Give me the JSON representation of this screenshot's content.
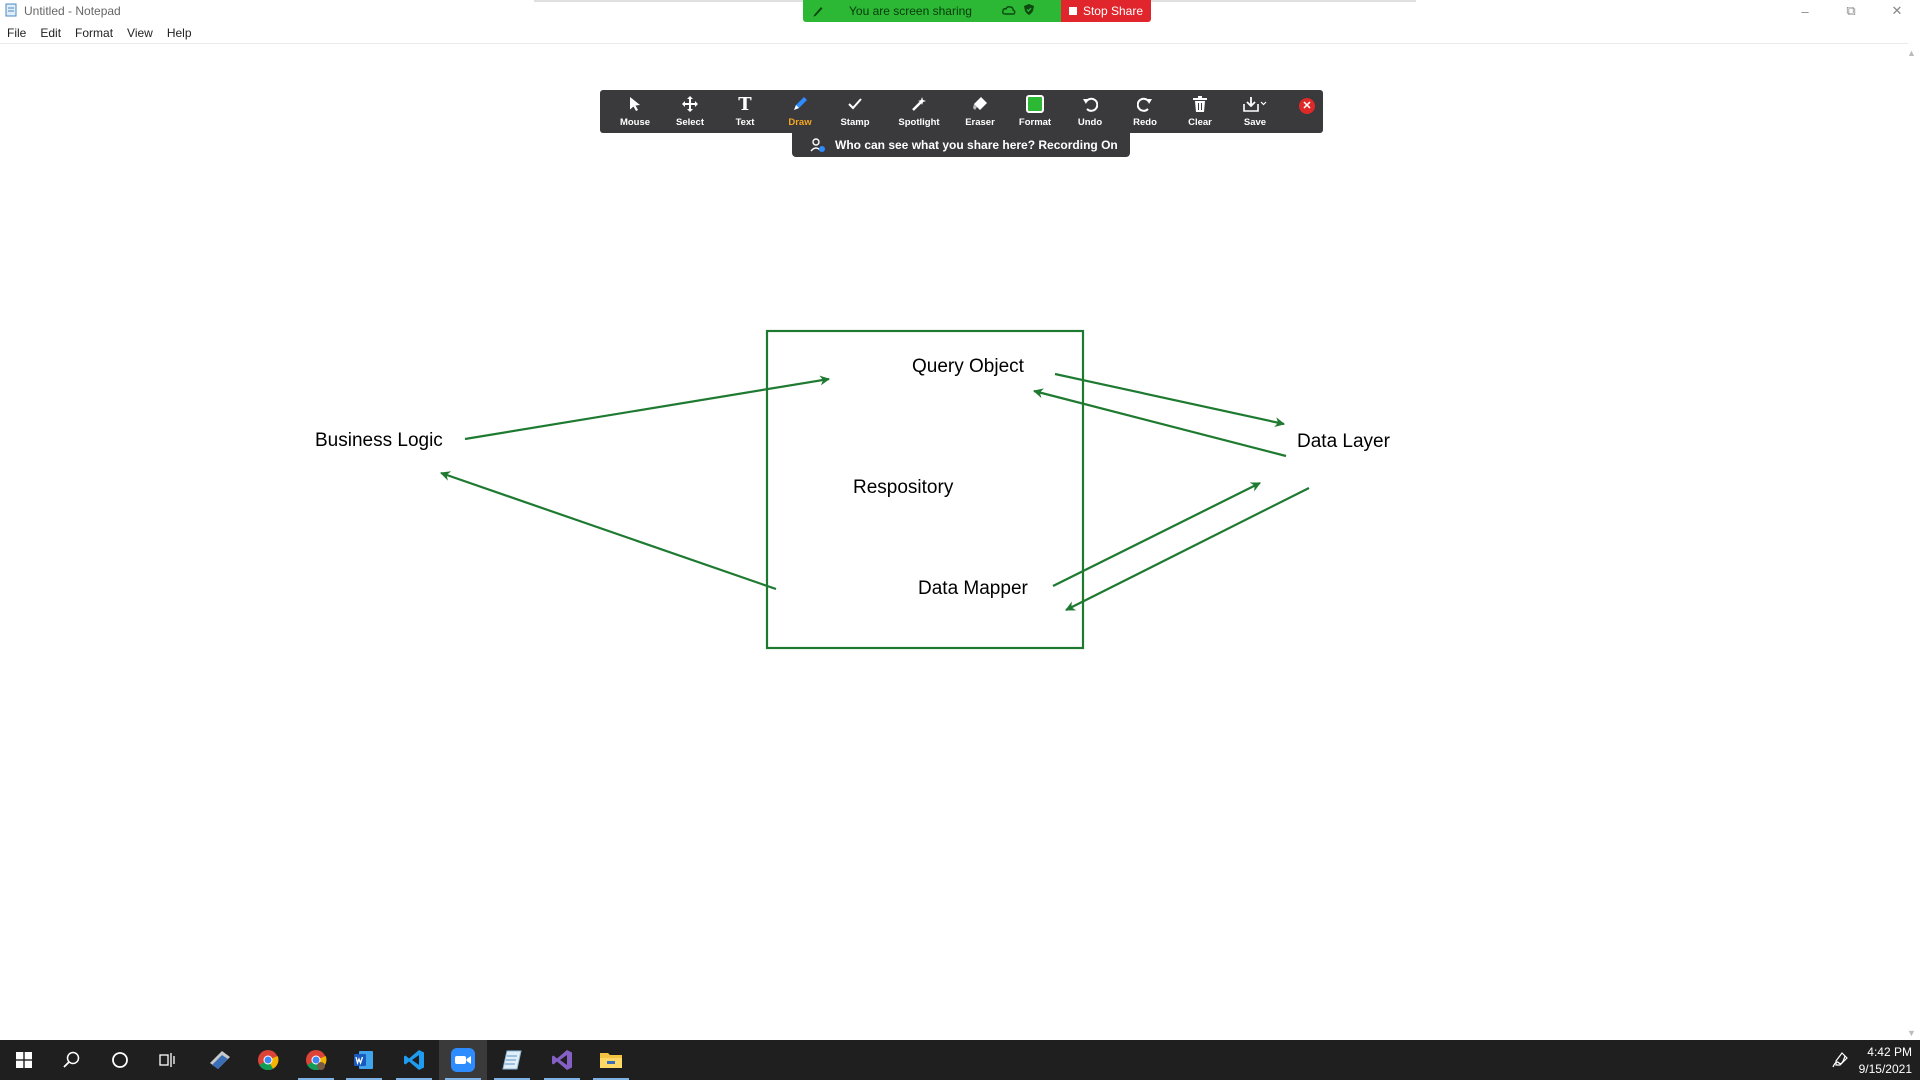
{
  "window": {
    "title": "Untitled - Notepad",
    "menu": [
      "File",
      "Edit",
      "Format",
      "View",
      "Help"
    ]
  },
  "share_banner": {
    "status_text": "You are screen sharing",
    "stop_label": "Stop Share",
    "colors": {
      "green": "#2cb734",
      "red": "#e0262c"
    }
  },
  "toolbar": {
    "tools": [
      {
        "label": "Mouse",
        "icon": "cursor-arrow-icon"
      },
      {
        "label": "Select",
        "icon": "move-arrows-icon"
      },
      {
        "label": "Text",
        "icon": "text-t-icon"
      },
      {
        "label": "Draw",
        "icon": "pen-icon",
        "active": true
      },
      {
        "label": "Stamp",
        "icon": "checkmark-icon"
      },
      {
        "label": "Spotlight",
        "icon": "magic-wand-icon"
      },
      {
        "label": "Eraser",
        "icon": "eraser-icon"
      },
      {
        "label": "Format",
        "icon": "color-square-icon"
      },
      {
        "label": "Undo",
        "icon": "undo-icon"
      },
      {
        "label": "Redo",
        "icon": "redo-icon"
      },
      {
        "label": "Clear",
        "icon": "trash-icon"
      },
      {
        "label": "Save",
        "icon": "save-download-icon"
      }
    ],
    "who_banner": "Who can see what you share here? Recording On",
    "accent": "#f5a623",
    "format_color": "#2cb734"
  },
  "diagram": {
    "labels": {
      "business_logic": "Business Logic",
      "query_object": "Query Object",
      "repository": "Respository",
      "data_mapper": "Data Mapper",
      "data_layer": "Data Layer"
    },
    "stroke_color": "#1e7a30"
  },
  "taskbar": {
    "apps": [
      "windows-start-icon",
      "search-icon",
      "cortana-icon",
      "task-view-icon",
      "ssms-icon",
      "chrome-icon",
      "chrome-profile-icon",
      "word-icon",
      "vscode-icon",
      "zoom-icon",
      "notepad-icon",
      "visual-studio-icon",
      "file-explorer-icon"
    ],
    "time": "4:42 PM",
    "date": "9/15/2021"
  }
}
